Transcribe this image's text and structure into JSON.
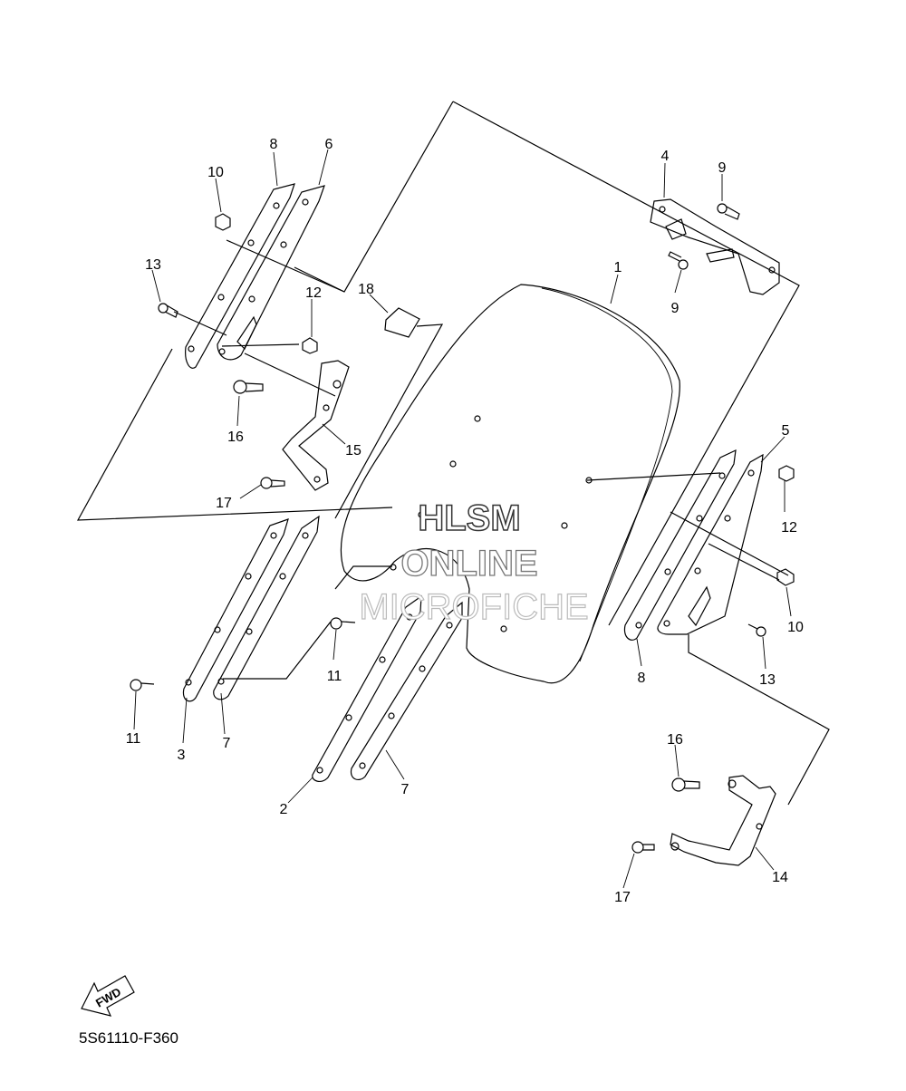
{
  "diagram_code": "5S61110-F360",
  "fwd_label": "FWD",
  "watermark": [
    "HLSM",
    "ONLINE",
    "MICROFICHE"
  ],
  "callouts": {
    "c1": "1",
    "c2": "2",
    "c3": "3",
    "c4": "4",
    "c5": "5",
    "c6": "6",
    "c7a": "7",
    "c7b": "7",
    "c8a": "8",
    "c8b": "8",
    "c9a": "9",
    "c9b": "9",
    "c10a": "10",
    "c10b": "10",
    "c11a": "11",
    "c11b": "11",
    "c12a": "12",
    "c12b": "12",
    "c13a": "13",
    "c13b": "13",
    "c14": "14",
    "c15": "15",
    "c16a": "16",
    "c16b": "16",
    "c17a": "17",
    "c17b": "17",
    "c18": "18"
  }
}
